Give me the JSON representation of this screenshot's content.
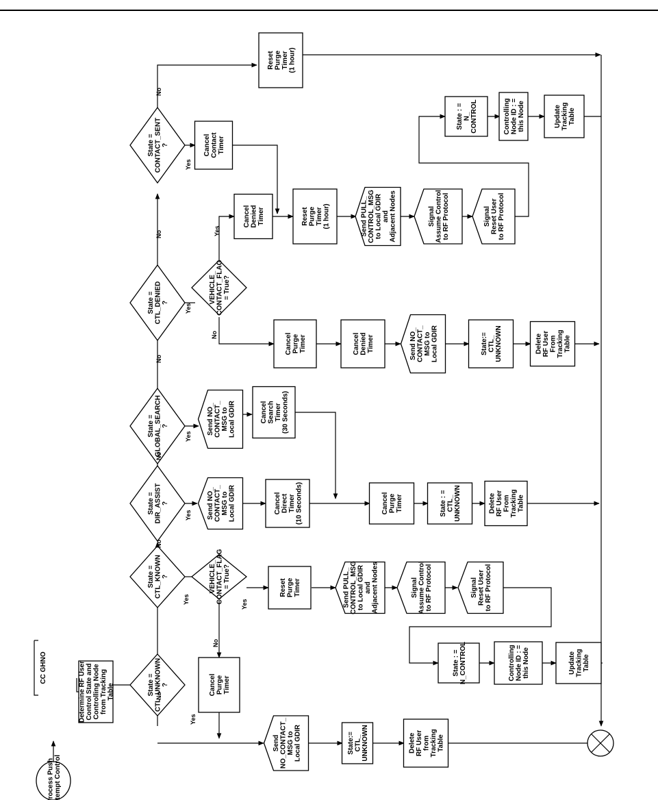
{
  "offpage_label": "CC GHNO",
  "yes": "Yes",
  "no": "No",
  "nodes": {
    "start": [
      "Process Push",
      "Attempt Control"
    ],
    "determine": [
      "Determine RF User",
      "Control State and",
      "Controlling Node",
      "from Tracking",
      "Table"
    ],
    "d_unknown": [
      "State =",
      "CTL_UNKNOWN",
      "?"
    ],
    "u_send": [
      "Send",
      "NO_CONTACT_",
      "MSG to",
      "Local GDIR"
    ],
    "u_state": [
      "State:=",
      "CTL_",
      "UNKNOWN"
    ],
    "u_delete": [
      "Delete",
      "RF User",
      "from",
      "Tracking",
      "Table"
    ],
    "d_known": [
      "State =",
      "CTL_KNOWN",
      "?"
    ],
    "d_vcf1": [
      "VEHICLE_",
      "CONTACT_FLAG",
      "= True?"
    ],
    "k_cancel_purge": [
      "Cancel",
      "Purge",
      "Timer"
    ],
    "k_reset": [
      "Reset",
      "Purge",
      "Timer"
    ],
    "k_send_pull": [
      "Send PULL_",
      "CONTROL_MSG",
      "to Local GDIR",
      "and",
      "Adjacent Nodes"
    ],
    "k_signal_assume": [
      "Signal",
      "Assume Control",
      "to RF Protocol"
    ],
    "k_signal_reset": [
      "Signal",
      "Reset User",
      "to RF Protocol"
    ],
    "k_state": [
      "State : =",
      "N_CONTROL"
    ],
    "k_ctrl_node": [
      "Controlling",
      "Node ID : =",
      "this Node"
    ],
    "k_update": [
      "Update",
      "Tracking",
      "Table"
    ],
    "d_dir": [
      "State =",
      "DIR_ASSIST",
      "?"
    ],
    "r_send": [
      "Send NO_",
      "CONTACT_",
      "MSG to",
      "Local GDIR"
    ],
    "r_cancel_direct": [
      "Cancel",
      "Direct",
      "Timer",
      "(10 Seconds)"
    ],
    "m_cancel_purge": [
      "Cancel",
      "Purge",
      "Timer"
    ],
    "m_state": [
      "State : =",
      "CTL_",
      "UNKNOWN"
    ],
    "m_delete": [
      "Delete",
      "RF User",
      "From",
      "Tracking",
      "Table"
    ],
    "d_global": [
      "State =",
      "GLOBAL_SEARCH",
      "?"
    ],
    "g_send": [
      "Send NO_",
      "CONTACT_",
      "MSG to",
      "Local GDIR"
    ],
    "g_cancel_search": [
      "Cancel",
      "Search",
      "Timer",
      "(30 Seconds)"
    ],
    "d_denied": [
      "State =",
      "CTL_DENIED",
      "?"
    ],
    "d_vcf2": [
      "VEHICLE_",
      "CONTACT_FLAG",
      "= True?"
    ],
    "n_cancel_purge": [
      "Cancel",
      "Purge",
      "Timer"
    ],
    "n_cancel_denied": [
      "Cancel",
      "Denied",
      "Timer"
    ],
    "n_send": [
      "Send NO_",
      "CONTACT_",
      "MSG to",
      "Local GDIR"
    ],
    "n_state": [
      "State:=",
      "CTL_",
      "UNKNOWN"
    ],
    "n_delete": [
      "Delete",
      "RF User",
      "From",
      "Tracking",
      "Table"
    ],
    "y_cancel_denied": [
      "Cancel",
      "Denied",
      "Timer"
    ],
    "s_reset": [
      "Reset",
      "Purge",
      "Timer",
      "(1 hour)"
    ],
    "s_send_pull": [
      "Send PULL_",
      "CONTROL_MSG",
      "to Local GDIR",
      "and",
      "Adjacent Nodes"
    ],
    "s_signal_assume": [
      "Signal",
      "Assume Control",
      "to RF Protocol"
    ],
    "s_signal_reset": [
      "Signal",
      "Reset User",
      "to RF Protocol"
    ],
    "s_state": [
      "State : =",
      "N_",
      "CONTROL"
    ],
    "s_ctrl_node": [
      "Controlling",
      "Node ID : =",
      "this Node"
    ],
    "s_update": [
      "Update",
      "Tracking",
      "Table"
    ],
    "d_sent": [
      "State =",
      "CONTACT_SENT",
      "?"
    ],
    "c_cancel_contact": [
      "Cancel",
      "Contact",
      "Timer"
    ],
    "top_reset": [
      "Reset",
      "Purge",
      "Timer",
      "(1 hour)"
    ]
  }
}
